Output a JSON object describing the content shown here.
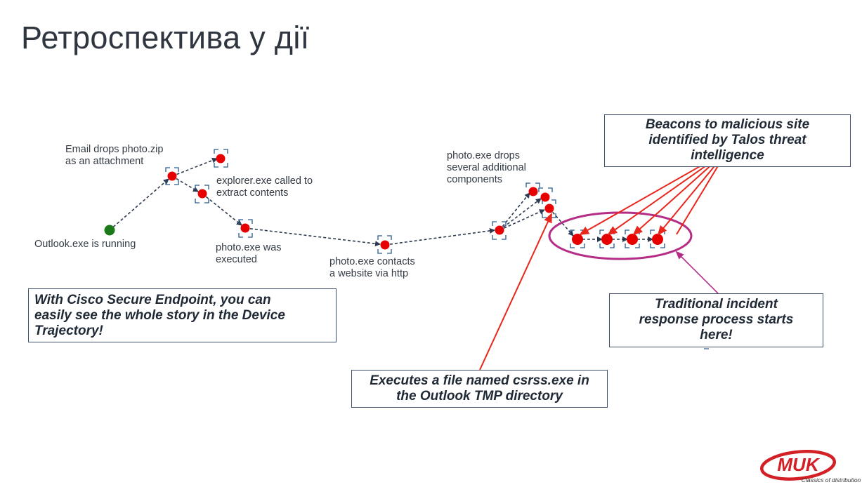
{
  "slide": {
    "title": "Ретроспектива у дії"
  },
  "diagram": {
    "labels": {
      "outlook": "Outlook.exe is running",
      "email": "Email drops photo.zip\nas an attachment",
      "explorer": "explorer.exe called to\nextract contents",
      "photo_exec": "photo.exe was\nexecuted",
      "photo_http": "photo.exe contacts\na website via http",
      "photo_drops": "photo.exe drops\nseveral additional\ncomponents"
    },
    "colors": {
      "start_node": "#1a7a1a",
      "event_node": "#e60000",
      "path": "#2b3a4e",
      "callout_arrow": "#e8261c",
      "oval": "#b52d86"
    }
  },
  "callouts": {
    "cisco": "With Cisco Secure Endpoint, you can\neasily see the whole story in the Device\nTrajectory!",
    "beacons": "Beacons to malicious site\nidentified by Talos threat\nintelligence",
    "incident": "Traditional incident\nresponse process starts\nhere!",
    "csrss": "Executes a file named csrss.exe in\nthe Outlook TMP directory"
  },
  "logo": {
    "text": "MUK",
    "tagline": "Classics of distribution",
    "color": "#d31f26"
  }
}
